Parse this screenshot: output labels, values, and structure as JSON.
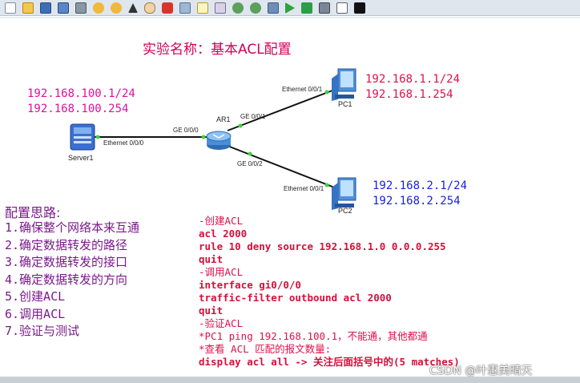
{
  "title": "实验名称：基本ACL配置",
  "server": {
    "label": "Server1",
    "ip": "192.168.100.1/24",
    "gateway": "192.168.100.254",
    "port": "Ethernet 0/0/0"
  },
  "router": {
    "label": "AR1",
    "port_server": "GE 0/0/0",
    "port_pc1": "GE 0/0/1",
    "port_pc2": "GE 0/0/2"
  },
  "pc1": {
    "label": "PC1",
    "ip": "192.168.1.1/24",
    "gateway": "192.168.1.254",
    "port": "Ethernet 0/0/1"
  },
  "pc2": {
    "label": "PC2",
    "ip": "192.168.2.1/24",
    "gateway": "192.168.2.254",
    "port": "Ethernet 0/0/1"
  },
  "plan": {
    "heading": "配置思路:",
    "steps": [
      "1.确保整个网络本来互通",
      "2.确定数据转发的路径",
      "3.确定数据转发的接口",
      "4.确定数据转发的方向",
      "5.创建ACL",
      "6.调用ACL",
      "7.验证与测试"
    ]
  },
  "commands": [
    "-创建ACL",
    "acl 2000",
    "rule 10 deny source 192.168.1.0 0.0.0.255",
    "quit",
    "-调用ACL",
    "interface gi0/0/0",
    "traffic-filter outbound acl 2000",
    "quit",
    "-验证ACL",
    "*PC1 ping 192.168.100.1，不能通，其他都通",
    "*查看 ACL 匹配的报文数量:",
    "display acl all -> 关注后面括号中的(5 matches)"
  ],
  "watermark": "CSDN @叶惠美晴天",
  "toolbar_icons": [
    "new-icon",
    "open-icon",
    "save-icon",
    "save-as-icon",
    "print-icon",
    "undo-icon",
    "redo-icon",
    "select-icon",
    "hand-icon",
    "delete-icon",
    "zoom-area-icon",
    "note-icon",
    "palette-icon",
    "zoom-in-icon",
    "zoom-out-icon",
    "fit-icon",
    "start-icon",
    "stop-icon",
    "capture-icon",
    "topology-icon",
    "console-icon"
  ]
}
